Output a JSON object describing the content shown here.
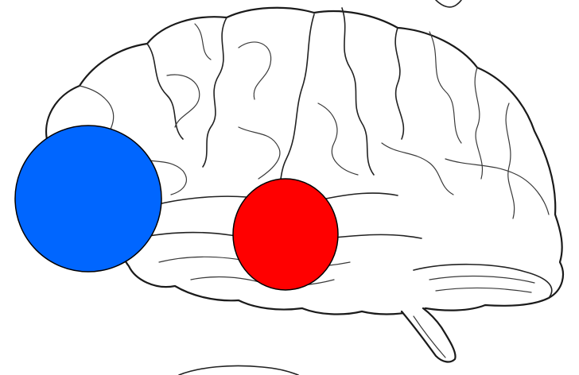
{
  "diagram": {
    "subject": "brain-lateral-view",
    "markers": [
      {
        "id": "marker-blue",
        "color": "#0066ff"
      },
      {
        "id": "marker-red",
        "color": "#ff0000"
      }
    ],
    "outline_color": "#1a1a1a",
    "background": "#ffffff"
  }
}
